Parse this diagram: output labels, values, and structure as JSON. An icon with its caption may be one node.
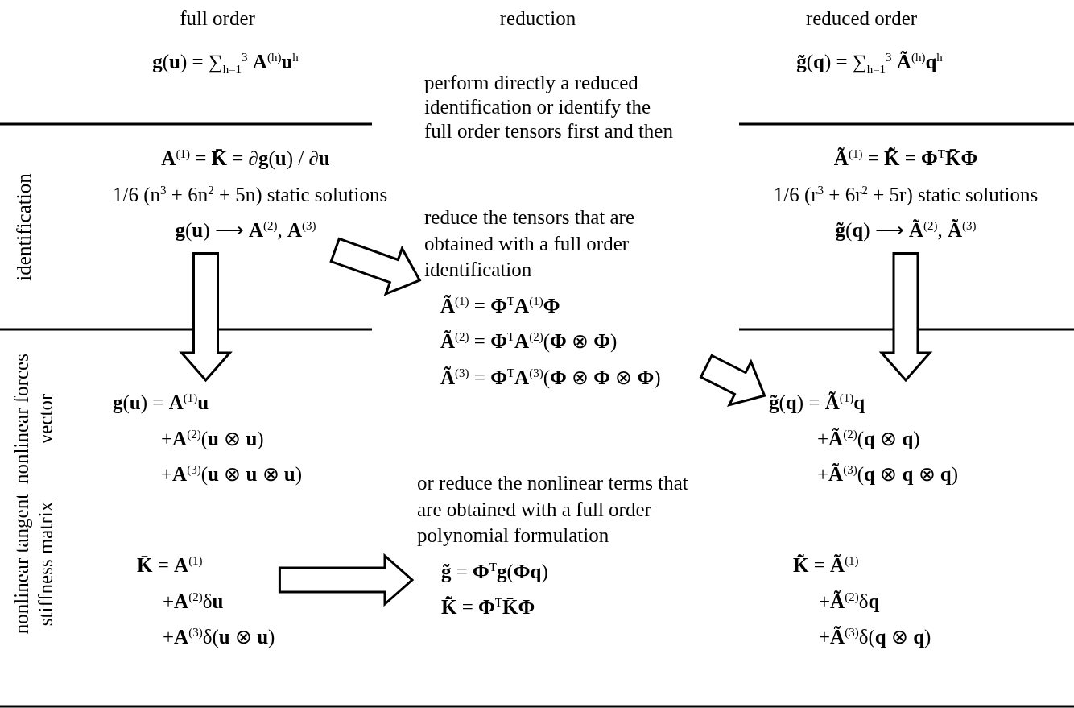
{
  "diagram": {
    "nodes": [
      {
        "text": [
          "**A**$^{(1)}$ = **K̄** = ∂**g**(**u**) / ∂**u**",
          "1/6 (n$^{3}$ + 6n$^{2}$ + 5n)  static solutions",
          "**g**(**u**) ⟶ **A**$^{(2)}$, **A**$^{(3)}$"
        ]
      },
      {
        "text": [
          "**g**(**u**) = **A**$^{(1)}$**u**",
          "+**A**$^{(2)}$(**u** ⊗ **u**)",
          "+**A**$^{(3)}$(**u** ⊗ **u** ⊗ **u**)"
        ]
      },
      {
        "text": [
          "**K̄** = **A**$^{(1)}$",
          "+**A**$^{(2)}$δ**u**",
          "+**A**$^{(3)}$δ(**u** ⊗ **u**)"
        ]
      },
      {
        "text": [
          "reduce the tensors that are obtained with a full order identification",
          "**Ã**$^{(1)}$ = **Φ**$^{T}$**A**$^{(1)}$**Φ**",
          "**Ã**$^{(2)}$ = **Φ**$^{T}$**A**$^{(2)}$(**Φ** ⊗ **Φ**)",
          "**Ã**$^{(3)}$ = **Φ**$^{T}$**A**$^{(3)}$(**Φ** ⊗ **Φ** ⊗ **Φ**)"
        ]
      },
      {
        "text": [
          "or reduce the nonlinear terms that are obtained with a full order polynomial formulation",
          "**g̃** = **Φ**$^{T}$**g**(**Φq**)",
          "**K̄̃** = **Φ**$^{T}$**K̄Φ**"
        ]
      },
      {
        "text": [
          "**Ã**$^{(1)}$ = **K̄̃** = **Φ**$^{T}$**K̄Φ**",
          "1/6 (r$^{3}$ + 6r$^{2}$ + 5r)  static solutions",
          "**g̃**(**q**) ⟶ **Ã**$^{(2)}$, **Ã**$^{(3)}$"
        ]
      },
      {
        "text": [
          "**g̃**(**q**) = **Ã**$^{(1)}$**q**",
          "+**Ã**$^{(2)}$(**q** ⊗ **q**)",
          "+**Ã**$^{(3)}$(**q** ⊗ **q** ⊗ **q**)"
        ]
      },
      {
        "text": [
          "**K̄̃** = **Ã**$^{(1)}$",
          "+**Ã**$^{(2)}$δ**q**",
          "+**Ã**$^{(3)}$δ(**q** ⊗ **q**)"
        ]
      }
    ],
    "edges": [
      {
        "from": 0,
        "to": 1,
        "arrow": "to"
      },
      {
        "from": 0,
        "to": 3,
        "arrow": "to"
      },
      {
        "from": 3,
        "to": 6,
        "arrow": "to"
      },
      {
        "from": 5,
        "to": 6,
        "arrow": "to"
      },
      {
        "from": 2,
        "to": 4,
        "arrow": "to"
      }
    ],
    "labels": [
      "full order",
      "reduction",
      "reduced order",
      "**g**(**u**) = ∑$_{h=1}$$^{3}$ **A**$^{(h)}$**u**$^{h}$",
      "perform directly a reduced identification or identify the full order tensors first and then",
      "**g̃**(**q**) = ∑$_{h=1}$$^{3}$ **Ã**$^{(h)}$**q**$^{h}$",
      "identification",
      "nonlinear forces vector",
      "nonlinear tangent stiffness matrix"
    ]
  }
}
